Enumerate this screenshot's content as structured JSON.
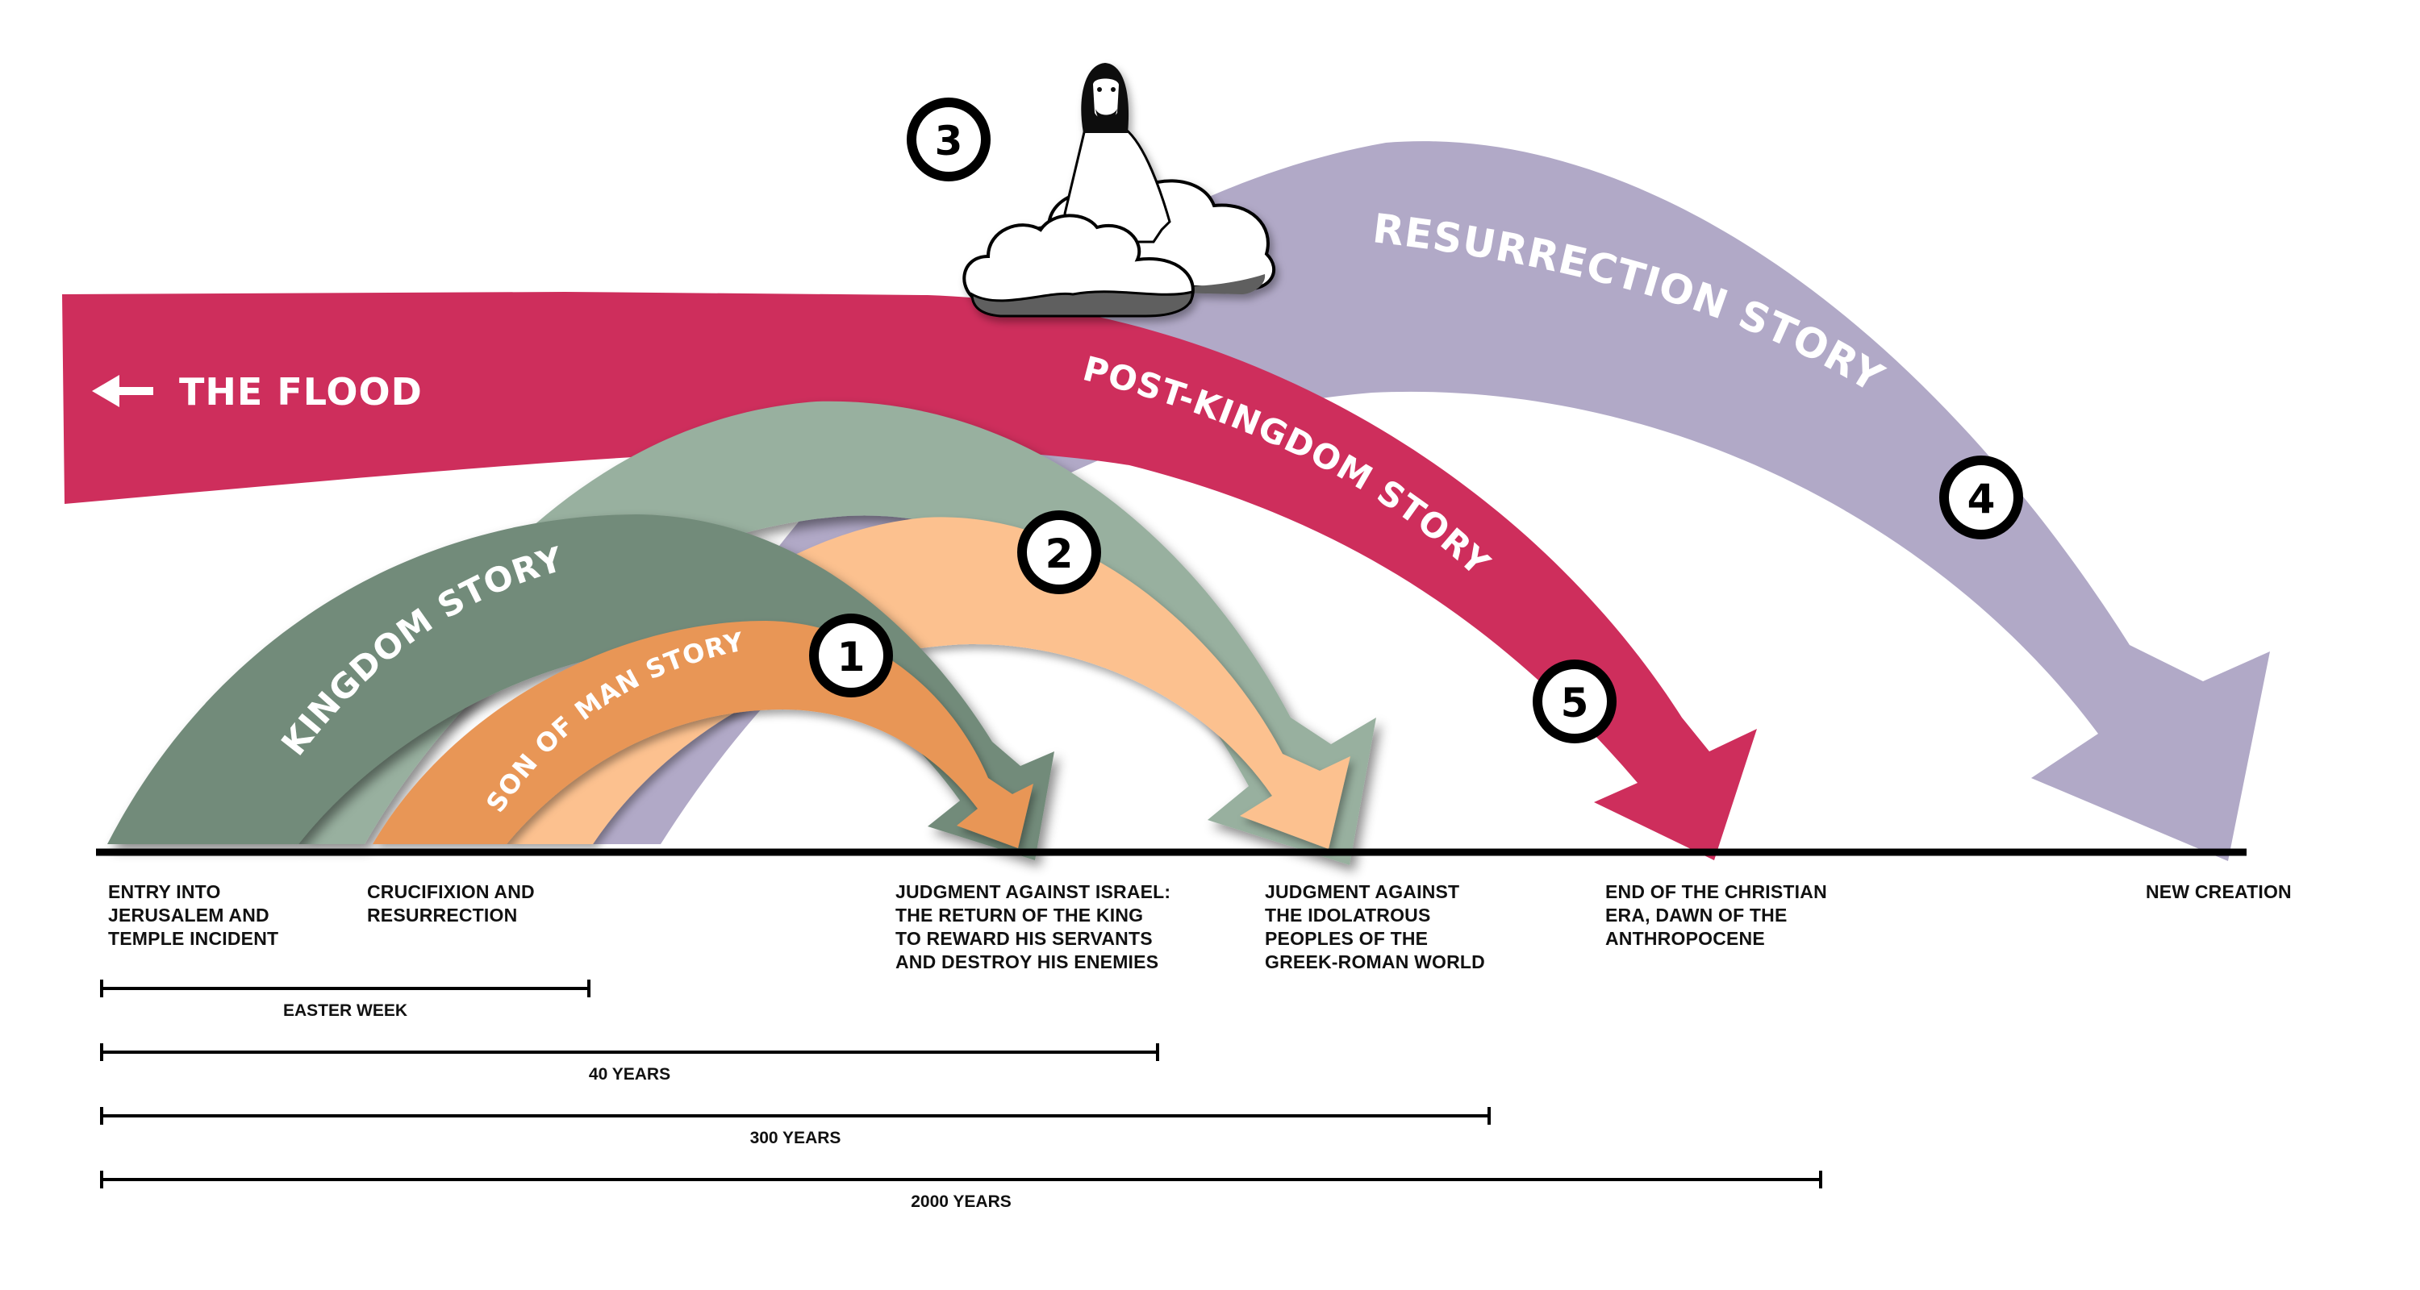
{
  "colors": {
    "post_kingdom": "#CE2E5C",
    "resurrection": "#B1A9C7",
    "kingdom_dark": "#728B7A",
    "kingdom_light": "#98B09F",
    "son_of_man": "#E89656",
    "son_of_man_light": "#FCC18F",
    "baseline": "#000000",
    "label_text": "#111111",
    "band_text": "#FFFFFF"
  },
  "bands": {
    "flood_label": "THE FLOOD",
    "flood_arrow_icon": "left-arrow",
    "post_kingdom": "POST-KINGDOM STORY",
    "resurrection": "RESURRECTION STORY",
    "kingdom": "KINGDOM STORY",
    "son_of_man": "SON OF MAN STORY"
  },
  "markers": [
    "1",
    "2",
    "3",
    "4",
    "5"
  ],
  "figure": {
    "name": "jesus-on-cloud",
    "icon": "christ-figure-on-cloud"
  },
  "events": [
    {
      "lines": [
        "ENTRY INTO",
        "JERUSALEM AND",
        "TEMPLE INCIDENT"
      ]
    },
    {
      "lines": [
        "CRUCIFIXION AND",
        "RESURRECTION"
      ]
    },
    {
      "lines": [
        "JUDGMENT AGAINST ISRAEL:",
        "THE RETURN OF THE KING",
        "TO REWARD HIS SERVANTS",
        "AND DESTROY HIS ENEMIES"
      ]
    },
    {
      "lines": [
        "JUDGMENT AGAINST",
        "THE IDOLATROUS",
        "PEOPLES OF THE",
        "GREEK-ROMAN WORLD"
      ]
    },
    {
      "lines": [
        "END OF THE CHRISTIAN",
        "ERA, DAWN OF THE",
        "ANTHROPOCENE"
      ]
    },
    {
      "lines": [
        "NEW CREATION"
      ]
    }
  ],
  "spans": [
    {
      "label": "EASTER WEEK"
    },
    {
      "label": "40 YEARS"
    },
    {
      "label": "300 YEARS"
    },
    {
      "label": "2000 YEARS"
    }
  ]
}
